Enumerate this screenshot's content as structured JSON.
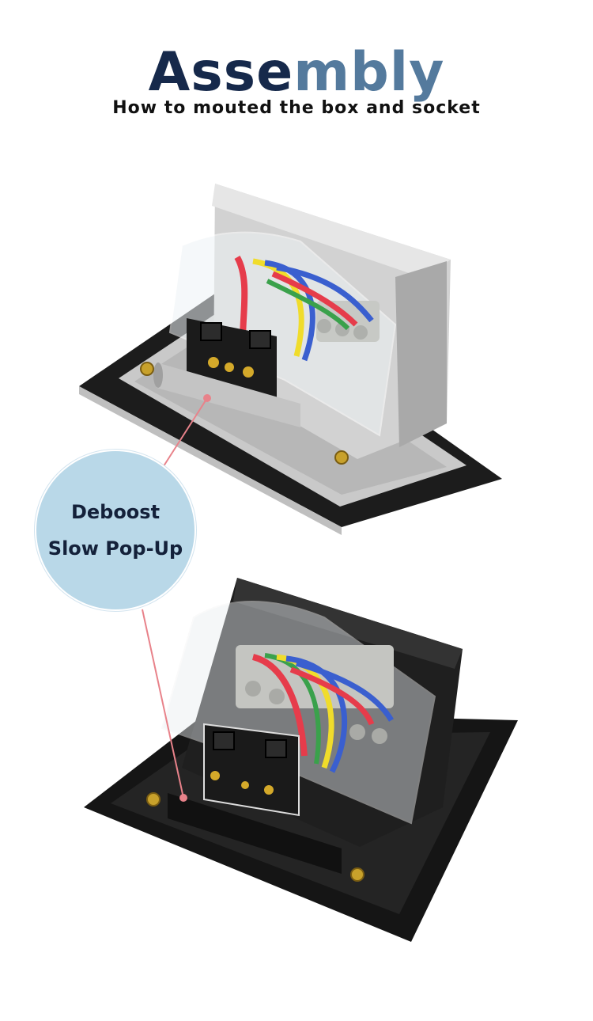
{
  "header": {
    "title_part1": "Asse",
    "title_part2": "mbly",
    "subtitle": "How to mouted the box and socket"
  },
  "callout": {
    "line1": "Deboost",
    "line2": "Slow Pop-Up"
  },
  "colors": {
    "title_dark": "#16294b",
    "title_light": "#547a9d",
    "badge_fill": "#b9d8e8",
    "leader_line": "#e8828a"
  }
}
